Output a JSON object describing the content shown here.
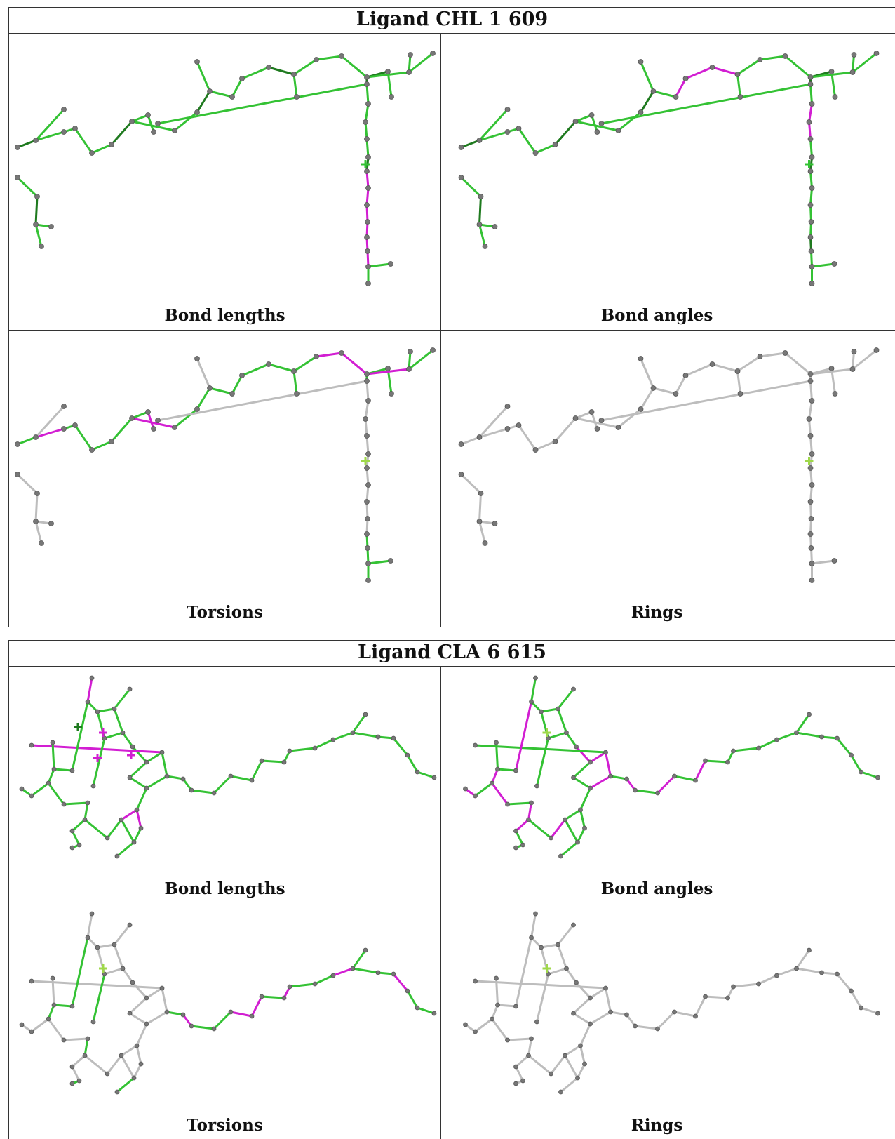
{
  "colors": {
    "green": "#34c234",
    "dark_green": "#1f7a1f",
    "magenta": "#d21ed2",
    "grey": "#bdbdbd",
    "atom": "#777777",
    "border": "#333333"
  },
  "ligands": [
    {
      "title": "Ligand CHL 1 609",
      "panels": [
        {
          "caption": "Bond lengths",
          "scheme": "chl-bond-lengths"
        },
        {
          "caption": "Bond angles",
          "scheme": "chl-bond-angles"
        },
        {
          "caption": "Torsions",
          "scheme": "chl-torsions"
        },
        {
          "caption": "Rings",
          "scheme": "chl-rings"
        }
      ]
    },
    {
      "title": "Ligand CLA 6 615",
      "panels": [
        {
          "caption": "Bond lengths",
          "scheme": "cla-bond-lengths"
        },
        {
          "caption": "Bond angles",
          "scheme": "cla-bond-angles"
        },
        {
          "caption": "Torsions",
          "scheme": "cla-torsions"
        },
        {
          "caption": "Rings",
          "scheme": "cla-rings"
        }
      ]
    }
  ]
}
